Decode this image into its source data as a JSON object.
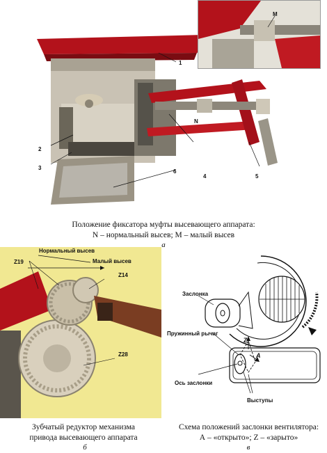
{
  "figure_a": {
    "labels": {
      "n1": "1",
      "n2": "2",
      "n3": "3",
      "n4": "4",
      "n5": "5",
      "n6": "6",
      "N": "N",
      "M": "M"
    },
    "caption_line1": "Положение фиксатора муфты высевающего аппарата:",
    "caption_line2": "N – нормальный высев; М – малый высев",
    "letter": "а"
  },
  "figure_b": {
    "labels": {
      "normal": "Нормальный высев",
      "small": "Малый высев",
      "z19": "Z19",
      "z14": "Z14",
      "z28": "Z28"
    },
    "caption_line1": "Зубчатый редуктор механизма",
    "caption_line2": "привода высевающего аппарата",
    "letter": "б"
  },
  "figure_c": {
    "labels": {
      "flap": "Заслонка",
      "spring_lever": "Пружинный рычаг",
      "Z": "Z",
      "A": "A",
      "axis": "Ось заслонки",
      "ledges": "Выступы"
    },
    "caption_line1": "Схема положений заслонки вентилятора:",
    "caption_line2": "А – «открыто»; Z – «зарыто»",
    "letter": "в"
  }
}
